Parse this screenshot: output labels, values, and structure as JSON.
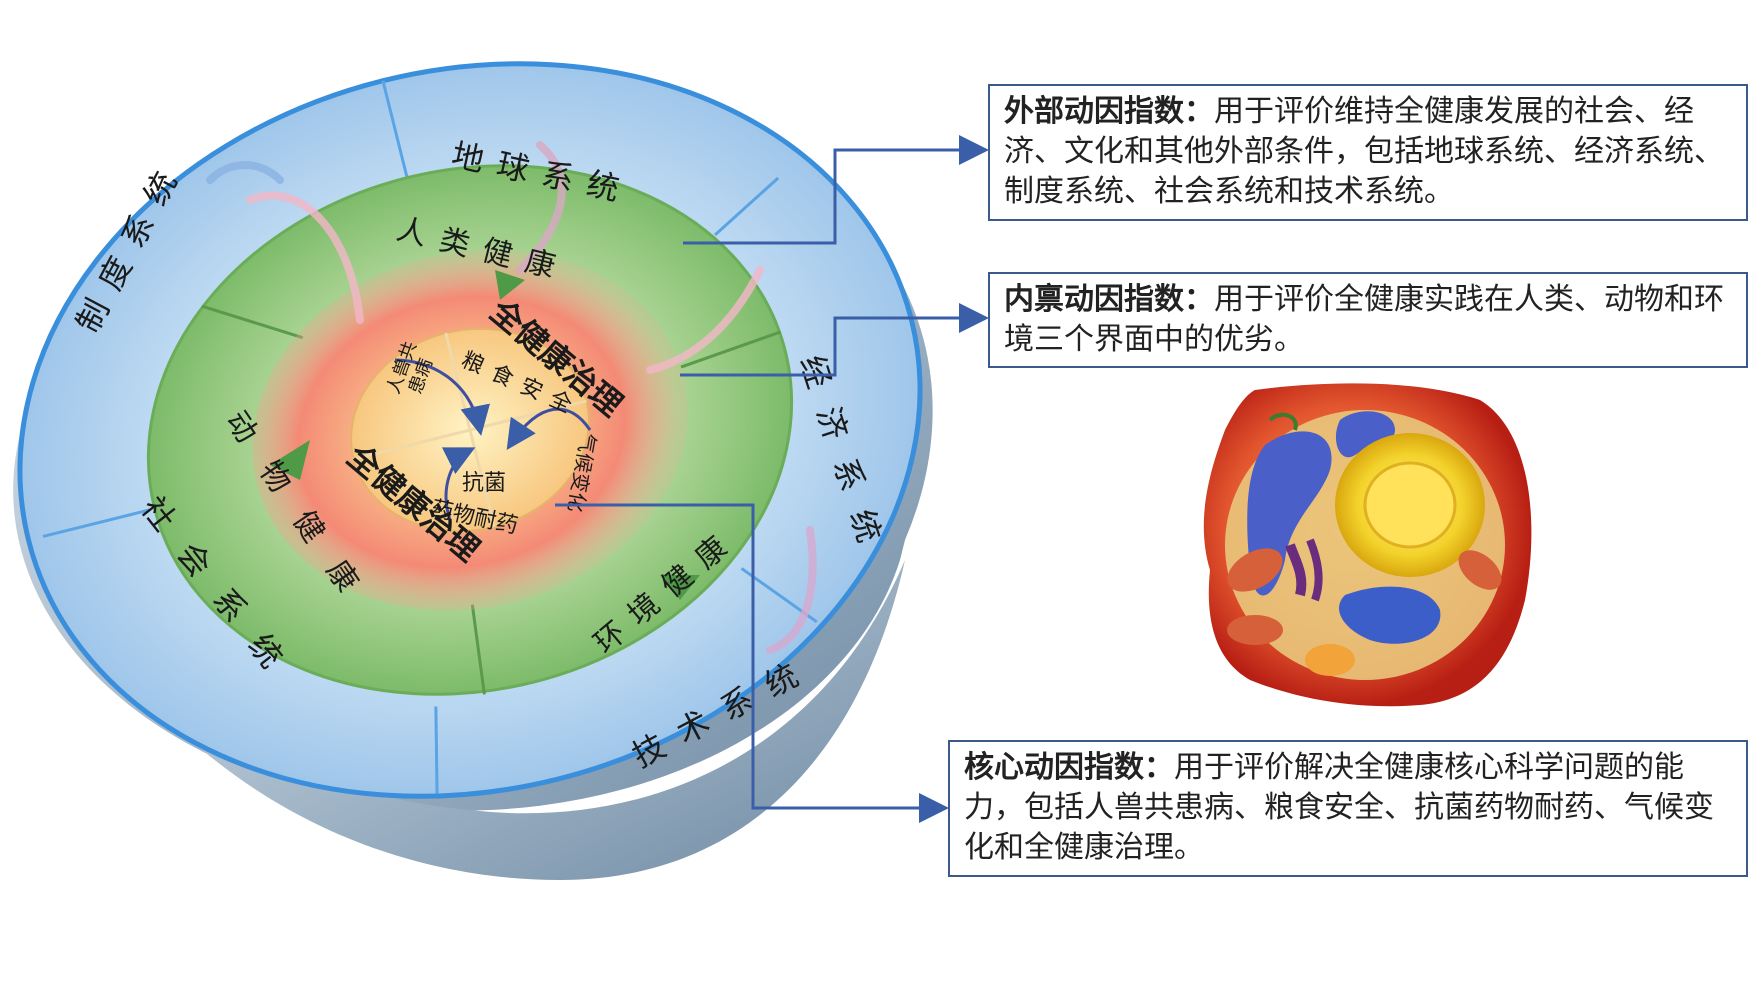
{
  "outer_ring": {
    "label_earth": "地球系统",
    "label_economy": "经济系统",
    "label_technology": "技术系统",
    "label_society": "社会系统",
    "label_institution": "制度系统"
  },
  "middle_ring": {
    "label_human": "人类健康",
    "label_animal": "动物健康",
    "label_environment": "环境健康"
  },
  "core": {
    "governance_top": "全健康治理",
    "governance_bottom": "全健康治理",
    "zoonosis_line1": "人兽共",
    "zoonosis_line2": "患病",
    "food_security": "粮食安全",
    "climate_change": "气候变化",
    "amr_line1": "抗菌",
    "amr_line2": "药物耐药"
  },
  "callouts": {
    "outer": {
      "title": "外部动因指数：",
      "text": "用于评价维持全健康发展的社会、经济、文化和其他外部条件，包括地球系统、经济系统、制度系统、社会系统和技术系统。"
    },
    "inner": {
      "title": "内禀动因指数：",
      "text": "用于评价全健康实践在人类、动物和环境三个界面中的优劣。"
    },
    "core": {
      "title": "核心动因指数：",
      "text": "用于评价解决全健康核心科学问题的能力，包括人兽共患病、粮食安全、抗菌药物耐药、气候变化和全健康治理。"
    }
  },
  "colors": {
    "outer_ring": "#bcd8f2",
    "outer_edge": "#3a8fdc",
    "middle_ring": "#8cc77a",
    "core_glow": "#f47a6a",
    "connector": "#3a5fa8"
  }
}
